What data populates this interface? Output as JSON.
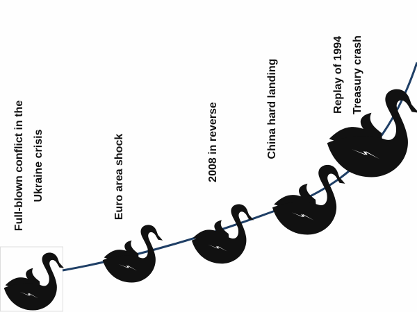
{
  "diagram": {
    "curve_color": "#1f3f66",
    "swan_color": "#111111",
    "swans": [
      {
        "label_lines": [
          "Full-blown conflict in the",
          "Ukraine crisis"
        ]
      },
      {
        "label_lines": [
          "Euro area shock"
        ]
      },
      {
        "label_lines": [
          "2008 in reverse"
        ]
      },
      {
        "label_lines": [
          "China hard landing"
        ]
      },
      {
        "label_lines": [
          "Replay of 1994",
          "Treasury crash"
        ]
      }
    ]
  }
}
